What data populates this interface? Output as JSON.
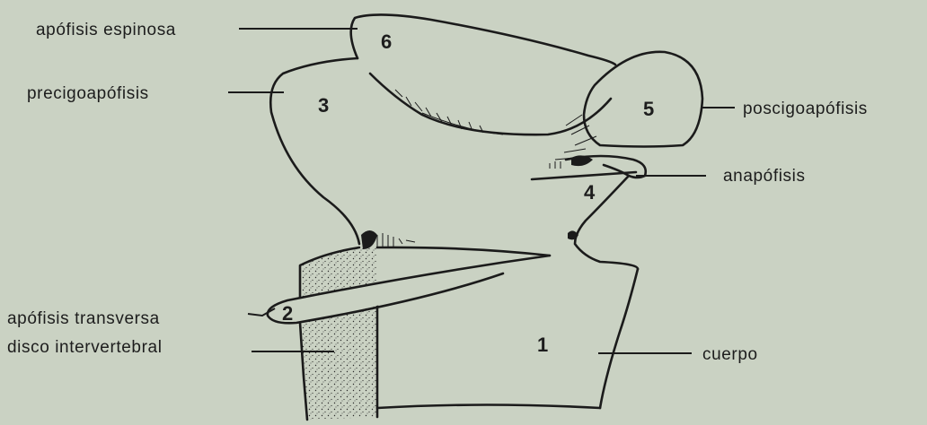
{
  "labels": {
    "apofisis_espinosa": "apófisis espinosa",
    "precigoapofisis": "precigoapófisis",
    "poscigoapofisis": "poscigoapófisis",
    "anapofisis": "anapófisis",
    "apofisis_transversa": "apófisis transversa",
    "disco_intervertebral": "disco intervertebral",
    "cuerpo": "cuerpo"
  },
  "numbers": {
    "n1": "1",
    "n2": "2",
    "n3": "3",
    "n4": "4",
    "n5": "5",
    "n6": "6"
  },
  "colors": {
    "background": "#cad2c3",
    "ink": "#1b1b1b",
    "disc": "#c2c8bb"
  }
}
